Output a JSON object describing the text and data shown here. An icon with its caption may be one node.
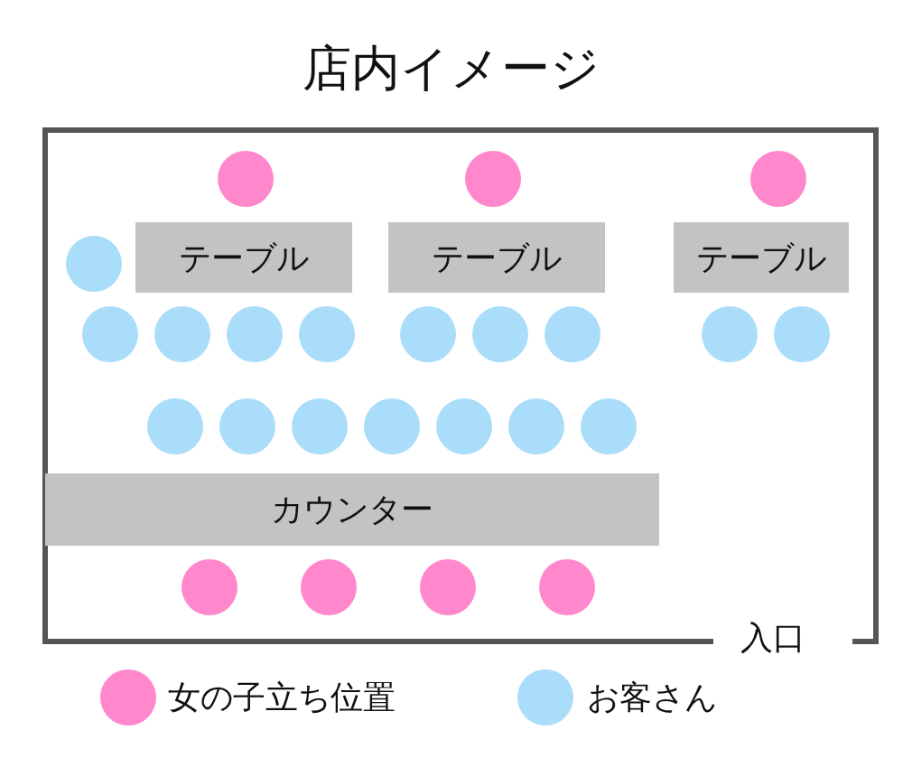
{
  "diagram": {
    "title": "店内イメージ",
    "nodes": [
      {
        "text": [
          "テーブル"
        ]
      },
      {
        "text": [
          "テーブル"
        ]
      },
      {
        "text": [
          "テーブル"
        ]
      },
      {
        "text": [
          "カウンター"
        ]
      }
    ],
    "labels": [
      "入口"
    ],
    "legend": [
      {
        "text": "女の子立ち位置",
        "color": "#ff88cc"
      },
      {
        "text": "お客さん",
        "color": "#aaddfa"
      }
    ]
  }
}
